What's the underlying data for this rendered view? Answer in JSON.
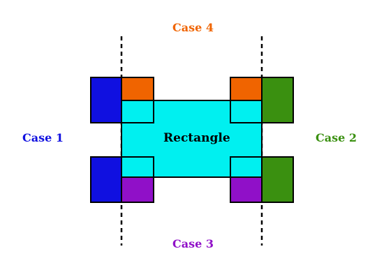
{
  "labels": {
    "case1": "Case 1",
    "case2": "Case 2",
    "case3": "Case 3",
    "case4": "Case 4",
    "rectangle": "Rectangle"
  },
  "colors": {
    "case1": "#1010e0",
    "case2": "#3a9010",
    "case3": "#9010c8",
    "case4": "#f06400",
    "rectangle": "#00f0f0",
    "stroke": "#000000"
  }
}
